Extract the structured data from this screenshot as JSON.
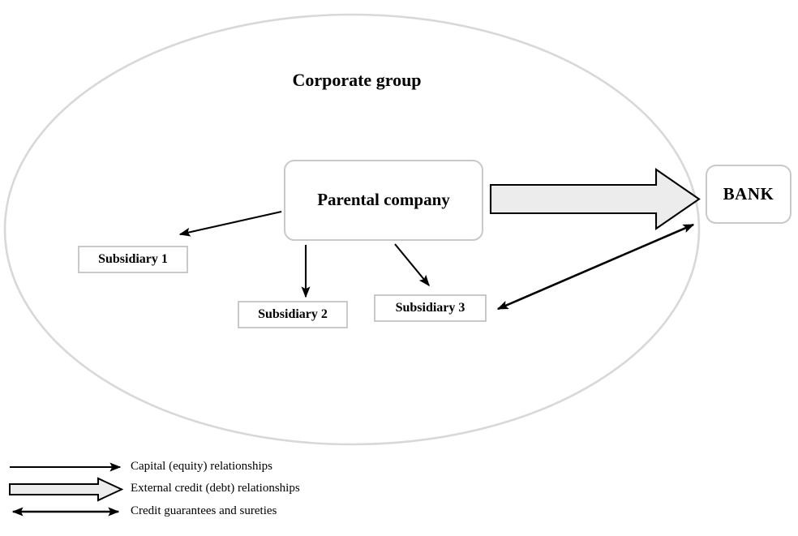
{
  "diagram": {
    "title": "Corporate group",
    "nodes": {
      "parent": "Parental company",
      "bank": "BANK",
      "subsidiary_1": "Subsidiary 1",
      "subsidiary_2": "Subsidiary 2",
      "subsidiary_3": "Subsidiary 3"
    },
    "group_boundary": {
      "shape": "ellipse",
      "stroke": "#d8d8d8"
    },
    "edges": [
      {
        "id": "parent-to-sub1",
        "from": "Parental company",
        "to": "Subsidiary 1",
        "type": "capital"
      },
      {
        "id": "parent-to-sub2",
        "from": "Parental company",
        "to": "Subsidiary 2",
        "type": "capital"
      },
      {
        "id": "parent-to-sub3",
        "from": "Parental company",
        "to": "Subsidiary 3",
        "type": "capital"
      },
      {
        "id": "parent-to-bank",
        "from": "Parental company",
        "to": "BANK",
        "type": "external-credit"
      },
      {
        "id": "sub3-bank-guarantee",
        "from": "Subsidiary 3",
        "to": "BANK",
        "type": "guarantee"
      }
    ]
  },
  "legend": {
    "items": [
      {
        "key": "capital",
        "label": "Capital (equity) relationships",
        "marker": "single-head-line-arrow"
      },
      {
        "key": "external-credit",
        "label": "External credit (debt) relationships",
        "marker": "block-arrow"
      },
      {
        "key": "guarantee",
        "label": "Credit guarantees and sureties",
        "marker": "double-head-line-arrow"
      }
    ]
  },
  "colors": {
    "line": "#000000",
    "box_border": "#c9c9c9",
    "ellipse_border": "#d8d8d8",
    "block_arrow_fill": "#ececec",
    "background": "#ffffff"
  }
}
